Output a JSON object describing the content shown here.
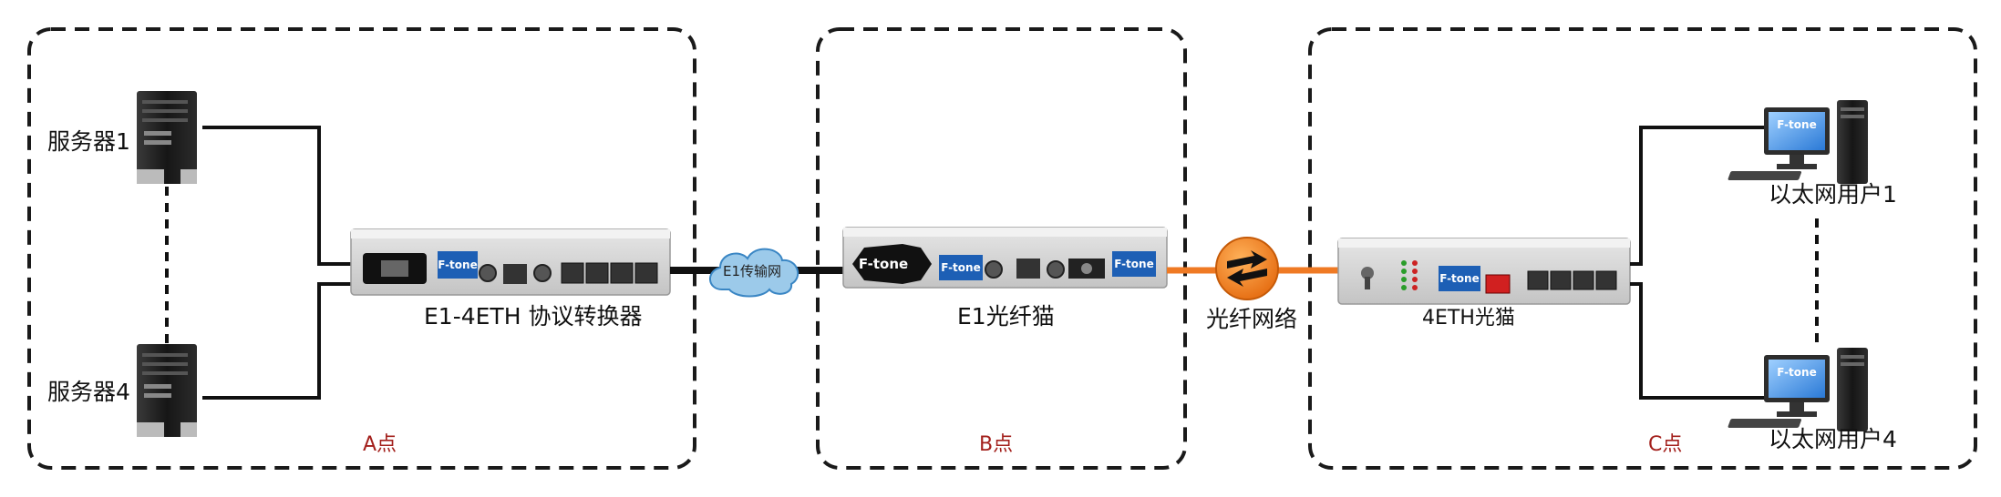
{
  "zones": {
    "a": {
      "label": "A点"
    },
    "b": {
      "label": "B点"
    },
    "c": {
      "label": "C点"
    }
  },
  "servers": {
    "first": "服务器1",
    "last": "服务器4"
  },
  "users": {
    "first": "以太网用户1",
    "last": "以太网用户4"
  },
  "devices": {
    "converter": "E1-4ETH 协议转换器",
    "e1_modem": "E1光纤猫",
    "eth_modem": "4ETH光猫"
  },
  "links": {
    "e1": "E1传输网",
    "fiber": "光纤网络"
  },
  "brand": "F-tone",
  "colors": {
    "zone_border": "#1a1a1a",
    "fiber": "#ef7a24",
    "point_label": "#a3201c",
    "brand_blue": "#1d5fb5"
  }
}
